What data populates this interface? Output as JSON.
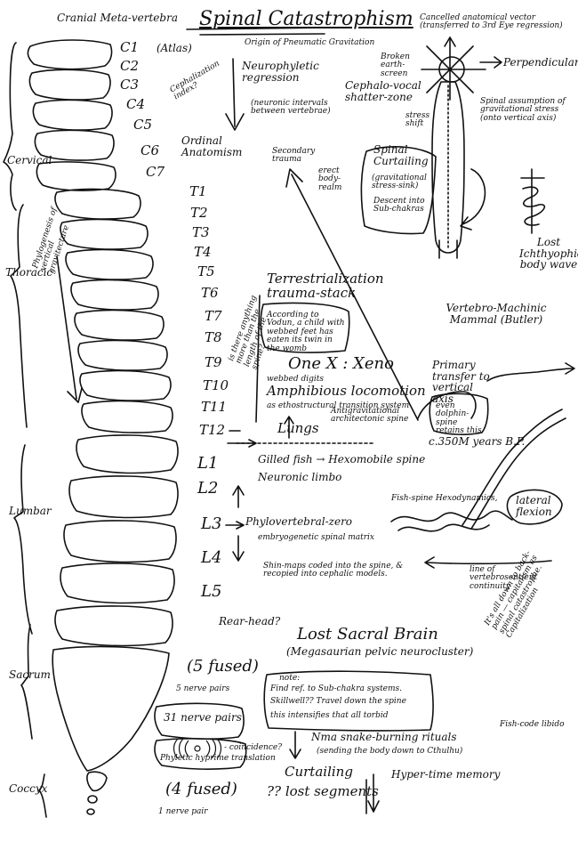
{
  "title": "Spinal Catastrophism",
  "subtitle": "Origin of Pneumatic Gravitation",
  "cranial": "Cranial Meta-vertebra",
  "regions": {
    "cervical": "Cervical",
    "thoracic": "Thoracic",
    "lumbar": "Lumbar",
    "sacrum": "Sacrum",
    "coccyx": "Coccyx"
  },
  "vertebrae": {
    "cervical": [
      "C1",
      "C2",
      "C3",
      "C4",
      "C5",
      "C6",
      "C7"
    ],
    "thoracic": [
      "T1",
      "T2",
      "T3",
      "T4",
      "T5",
      "T6",
      "T7",
      "T8",
      "T9",
      "T10",
      "T11",
      "T12"
    ],
    "lumbar": [
      "L1",
      "L2",
      "L3",
      "L4",
      "L5"
    ]
  },
  "atlas": "(Atlas)",
  "cephalization": "Cephalization index?",
  "neurophyletic": "Neurophyletic regression",
  "neuronic_intervals": "(neuronic intervals between vertebrae)",
  "ordinal": "Ordinal Anatomism",
  "phylogenesis": "Phylogenesis of vertical gravitecture",
  "is_there": "is there anything more than the length of the spine?",
  "cancelled": "Cancelled anatomical vector (transferred to 3rd Eye regression)",
  "broken_earth": "Broken earth-screen",
  "perpendicular": "Perpendicular",
  "cephalo": "Cephalo-vocal shatter-zone",
  "stress_shift": "stress shift",
  "spinal_assumption": "Spinal assumption of gravitational stress (onto vertical axis)",
  "secondary_trauma": "Secondary trauma",
  "erect_body": "erect body-realm",
  "spinal_curtailing": "Spinal Curtailing",
  "gravitational_stress": "(gravitational stress-sink)",
  "descent": "Descent into Sub-chakras",
  "lost_ichthy": "Lost Ichthyophidian body wave",
  "terrestrial": "Terrestrialization trauma-stack",
  "vodun": "According to Vodun, a child with webbed feet has eaten its twin in the womb",
  "vertebro": "Vertebro-Machinic Mammal (Butler)",
  "one_x": "One X : Xeno",
  "webbed": "webbed digits",
  "amphibious": "Amphibious locomotion",
  "ethostructural": "as ethostructural transition system",
  "primary_transfer": "Primary transfer to vertical axis",
  "dolphin": "even dolphin-spine retains this",
  "anti_grav": "Antigravitational architectonic spine",
  "lungs": "Lungs",
  "years": "c.350M years B.P.",
  "gilled": "Gilled fish → Hexomobile spine",
  "neuronic_limbo": "Neuronic limbo",
  "fish_spine": "Fish-spine Hexodynamics,",
  "lateral": "lateral flexion",
  "phylovertebral": "Phylovertebral-zero",
  "embryogenetic": "embryogenetic spinal matrix",
  "line": "line of vertebrosentient continuity",
  "shin_maps": "Shin-maps coded into the spine, & recopied into cephalic models.",
  "rear_head": "Rear-head?",
  "lost_sacral": "Lost Sacral Brain",
  "megasaurian": "(Megasaurian pelvic neurocluster)",
  "five_fused": "(5 fused)",
  "five_nerve": "5 nerve pairs",
  "note_label": "note:",
  "note_line1": "Find ref. to Sub-chakra systems.",
  "note_line2": "Skillwell?? Travel down the spine",
  "note_line3": "this intensifies that all torbid",
  "back_pain": "It's all down to back-pain — capitalism as spinal catastrophe. Capitalization",
  "thirty_one": "31 nerve pairs",
  "coincidence": "- coincidence?",
  "phyletic": "Phyletic hyprime translation",
  "nma": "Nma snake-burning rituals",
  "sending": "(sending the body down to Cthulhu)",
  "fish_code": "Fish-code libido",
  "curtailing": "Curtailing",
  "lost_segments": "?? lost segments",
  "hyper_time": "Hyper-time memory",
  "four_fused": "(4 fused)",
  "one_nerve": "1 nerve pair",
  "ink_color": "#111111"
}
